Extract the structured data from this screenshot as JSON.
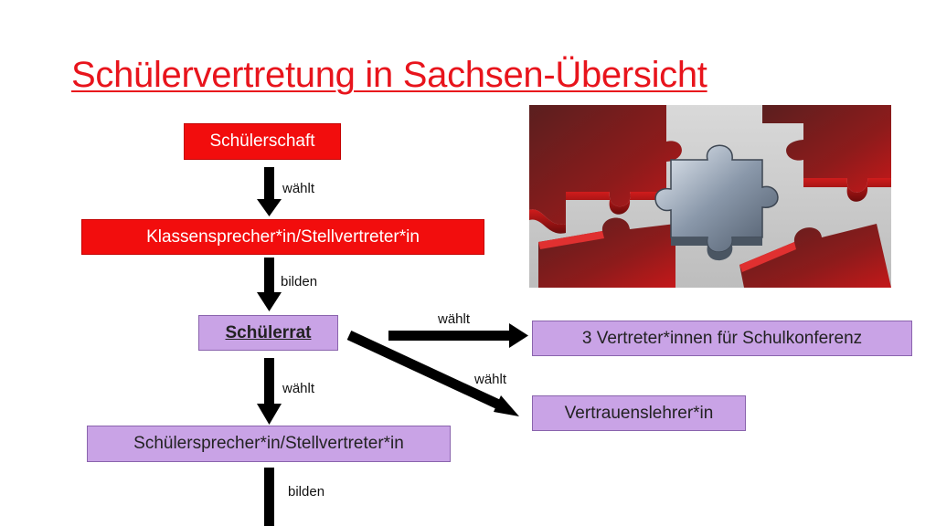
{
  "title": "Schülervertretung in Sachsen-Übersicht",
  "nodes": {
    "schuelerschaft": "Schülerschaft",
    "klassensprecher": "Klassensprecher*in/Stellvertreter*in",
    "schuelerrat": "Schülerrat",
    "schuelersprecher": "Schülersprecher*in/Stellvertreter*in",
    "schulkonferenz": "3 Vertreter*innen für Schulkonferenz",
    "vertrauenslehrer": "Vertrauenslehrer*in"
  },
  "edges": {
    "e1": "wählt",
    "e2": "bilden",
    "e3": "wählt",
    "e4": "bilden",
    "e5": "wählt",
    "e6": "wählt"
  },
  "colors": {
    "red": "#f20d0d",
    "purple": "#c9a3e6",
    "title": "#e8141c"
  },
  "image": {
    "description_icon": "puzzle-pieces-image"
  }
}
